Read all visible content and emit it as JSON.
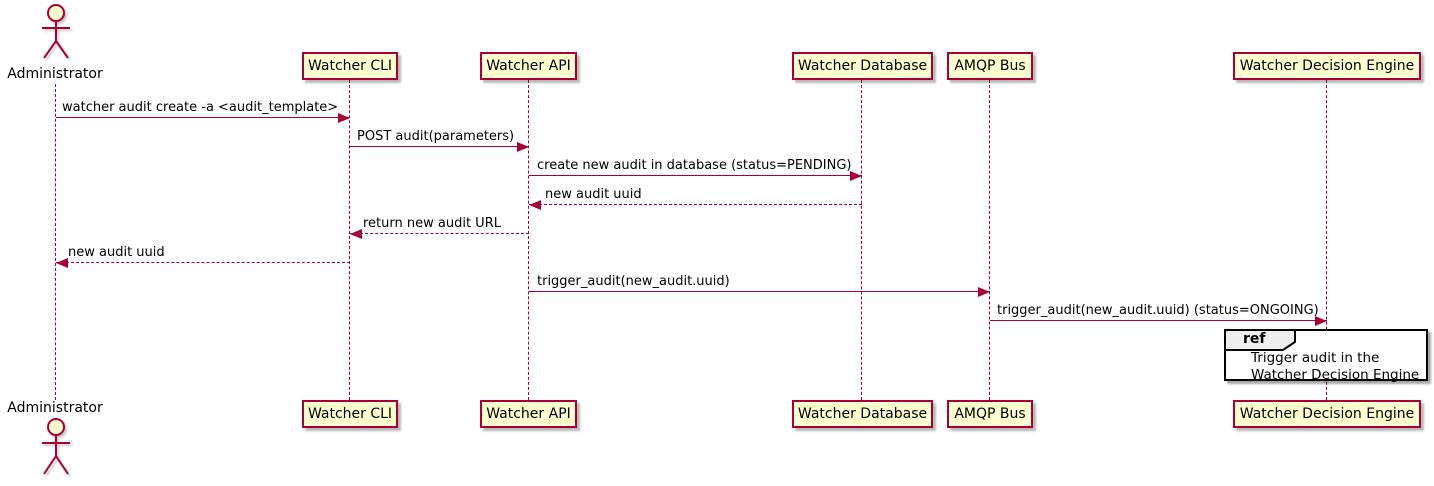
{
  "diagram": {
    "type": "sequence",
    "colors": {
      "participant_fill": "#FEFECE",
      "participant_border": "#A80036",
      "line_color": "#A80036",
      "text_color": "#000000",
      "ref_header_fill": "#EEEEEE",
      "ref_border": "#000000",
      "background": "#FFFFFF"
    },
    "participants": [
      {
        "name": "Administrator",
        "kind": "actor"
      },
      {
        "name": "Watcher CLI",
        "kind": "participant"
      },
      {
        "name": "Watcher API",
        "kind": "participant"
      },
      {
        "name": "Watcher Database",
        "kind": "participant"
      },
      {
        "name": "AMQP Bus",
        "kind": "participant"
      },
      {
        "name": "Watcher Decision Engine",
        "kind": "participant"
      }
    ],
    "messages": [
      {
        "from": "Administrator",
        "to": "Watcher CLI",
        "style": "solid",
        "label": "watcher audit create -a <audit_template>"
      },
      {
        "from": "Watcher CLI",
        "to": "Watcher API",
        "style": "solid",
        "label": "POST audit(parameters)"
      },
      {
        "from": "Watcher API",
        "to": "Watcher Database",
        "style": "solid",
        "label": "create new audit in database (status=PENDING)"
      },
      {
        "from": "Watcher Database",
        "to": "Watcher API",
        "style": "dashed",
        "label": "new audit uuid"
      },
      {
        "from": "Watcher API",
        "to": "Watcher CLI",
        "style": "dashed",
        "label": "return new audit URL"
      },
      {
        "from": "Watcher CLI",
        "to": "Administrator",
        "style": "dashed",
        "label": "new audit uuid"
      },
      {
        "from": "Watcher API",
        "to": "AMQP Bus",
        "style": "solid",
        "label": "trigger_audit(new_audit.uuid)"
      },
      {
        "from": "AMQP Bus",
        "to": "Watcher Decision Engine",
        "style": "solid",
        "label": "trigger_audit(new_audit.uuid) (status=ONGOING)"
      }
    ],
    "ref": {
      "keyword": "ref",
      "over": "Watcher Decision Engine",
      "line1": "Trigger audit in the",
      "line2": "Watcher Decision Engine"
    }
  }
}
